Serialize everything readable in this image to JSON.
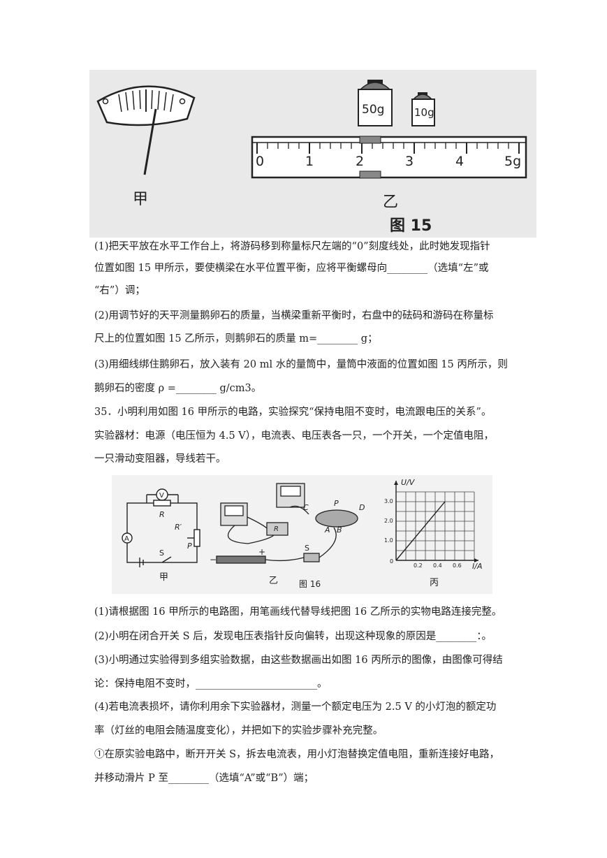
{
  "figure15": {
    "label_jia": "甲",
    "label_yi": "乙",
    "caption": "图 15",
    "weight_50": "50g",
    "weight_10": "10g",
    "scale_ticks": [
      "0",
      "1",
      "2",
      "3",
      "4",
      "5g"
    ]
  },
  "paragraphs": [
    "(1)把天平放在水平工作台上，将游码移到称量标尺左端的“0”刻度线处，此时她发现指针",
    "位置如图 15 甲所示，要使横梁在水平位置平衡，应将平衡螺母向________（选填“左”或",
    "“右”）调；",
    "(2)用调节好的天平测量鹅卵石的质量，当横梁重新平衡时，右盘中的砝码和游码在称量标",
    "尺上的位置如图 15 乙所示，则鹅卵石的质量 m=________ g；",
    "(3)用细线绑住鹅卵石，放入装有 20 ml 水的量筒中，量筒中液面的位置如图 15 丙所示，则",
    "鹅卵石的密度 ρ =________   g/cm3。",
    "35．小明利用如图 16 甲所示的电路，实验探究“保持电阻不变时，电流跟电压的关系”。",
    "实验器材：电源（电压恒为 4.5 V），电流表、电压表各一只，一个开关，一个定值电阻，",
    "一只滑动变阻器，导线若干。"
  ],
  "figure16": {
    "label_jia": "甲",
    "label_yi": "乙",
    "label_bing": "丙",
    "caption": "图 16",
    "graph": {
      "y_axis_label": "U/V",
      "x_axis_label": "I/A",
      "y_ticks": [
        "0",
        "1.0",
        "2.0",
        "3.0"
      ],
      "x_ticks": [
        "0.2",
        "0.4",
        "0.6"
      ]
    },
    "circuit_labels": {
      "V": "V",
      "A": "A",
      "R": "R",
      "Rp": "R′",
      "P": "P",
      "S": "S"
    },
    "real_labels": {
      "C": "C",
      "P": "P",
      "D": "D",
      "A": "A",
      "B": "B",
      "R": "R",
      "S": "S",
      "minus": "−",
      "plus": "+"
    }
  },
  "paragraphs2": [
    "(1)请根据图 16 甲所示的电路图，用笔画线代替导线把图 16 乙所示的实物电路连接完整。",
    "(2)小明在闭合开关 S 后，发现电压表指针反向偏转，出现这种现象的原因是________：。",
    "(3)小明通过实验得到多组实验数据，由这些数据画出如图 16 丙所示的图像，由图像可得结",
    "论：保持电阻不变时，________________________。",
    "(4)若电流表损坏，请你利用余下实验器材，测量一个额定电压为 2.5 V 的小灯泡的额定功",
    "率（灯丝的电阻会随温度变化），并把如下的实验步骤补充完整。",
    "①在原实验电路中，断开开关 S，拆去电流表，用小灯泡替换定值电阻，重新连接好电路，",
    "并移动滑片 P 至________（选填“A”或“B”）端；"
  ]
}
